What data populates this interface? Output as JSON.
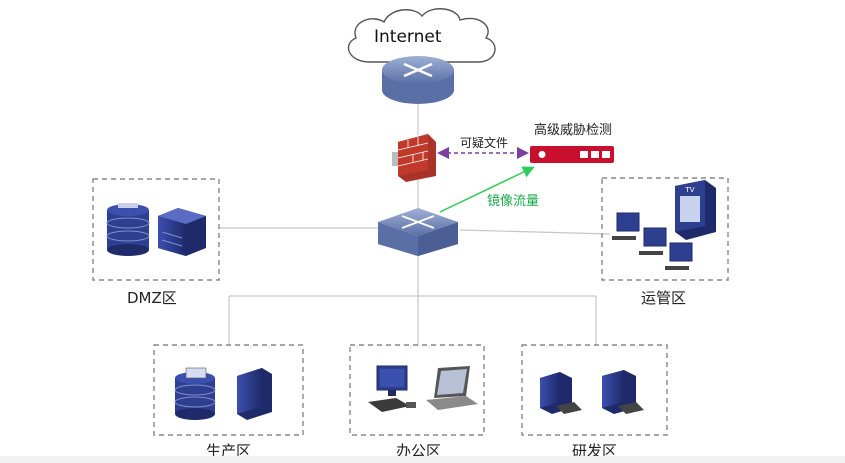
{
  "internet": {
    "label": "Internet"
  },
  "threat_detector": {
    "label": "高级威胁检测"
  },
  "links": {
    "suspicious_files": "可疑文件",
    "mirror_traffic": "镜像流量"
  },
  "zones": {
    "dmz": "DMZ区",
    "ops": "运管区",
    "production": "生产区",
    "office": "办公区",
    "rnd": "研发区"
  },
  "colors": {
    "mirror_line": "#2ecc5a",
    "mirror_text": "#1aa84a",
    "suspicious_line": "#7b3fa0",
    "detector": "#c8102e",
    "firewall": "#c0392b",
    "device_blue": "#2e3f8f",
    "router_blue": "#6f86b8"
  }
}
